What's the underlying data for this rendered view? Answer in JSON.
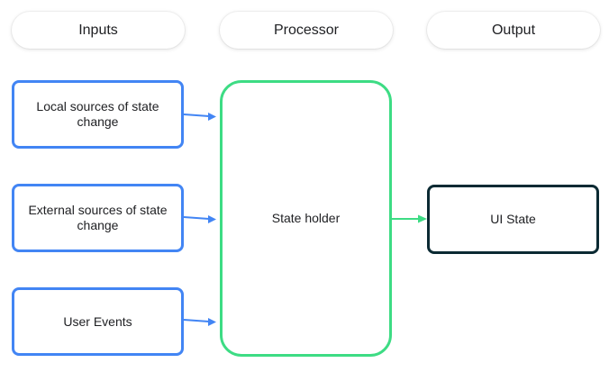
{
  "headers": {
    "inputs": "Inputs",
    "processor": "Processor",
    "output": "Output"
  },
  "inputs": {
    "local": "Local sources of state change",
    "external": "External sources of state change",
    "user_events": "User Events"
  },
  "processor": {
    "state_holder": "State holder"
  },
  "output": {
    "ui_state": "UI State"
  },
  "colors": {
    "input_border": "#4285f4",
    "processor_border": "#3ddc84",
    "output_border": "#0b2a33"
  }
}
